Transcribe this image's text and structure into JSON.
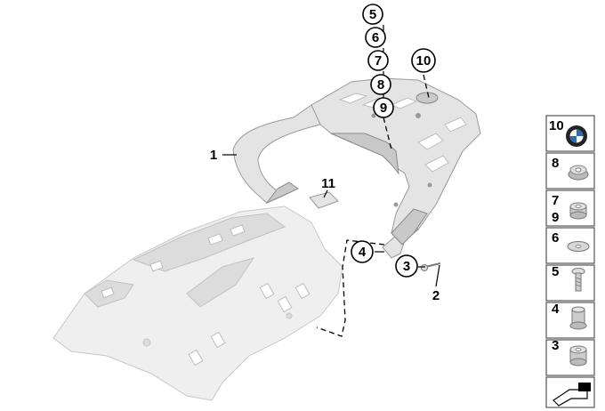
{
  "callouts": {
    "c5": "5",
    "c6": "6",
    "c7": "7",
    "c8": "8",
    "c9": "9",
    "c10": "10",
    "c1": "1",
    "c11": "11",
    "c4": "4",
    "c3": "3",
    "c2": "2"
  },
  "legend": {
    "row_10": "10",
    "row_8": "8",
    "row_7": "7",
    "row_9": "9",
    "row_6": "6",
    "row_5": "5",
    "row_4": "4",
    "row_3": "3"
  },
  "icons": {
    "bmw_logo": "bmw-logo-icon",
    "page_icon": "page-arrow-icon"
  },
  "colors": {
    "part": "#e4e4e4",
    "shield": "#efefef",
    "bmw_blue": "#2b6cb0"
  }
}
